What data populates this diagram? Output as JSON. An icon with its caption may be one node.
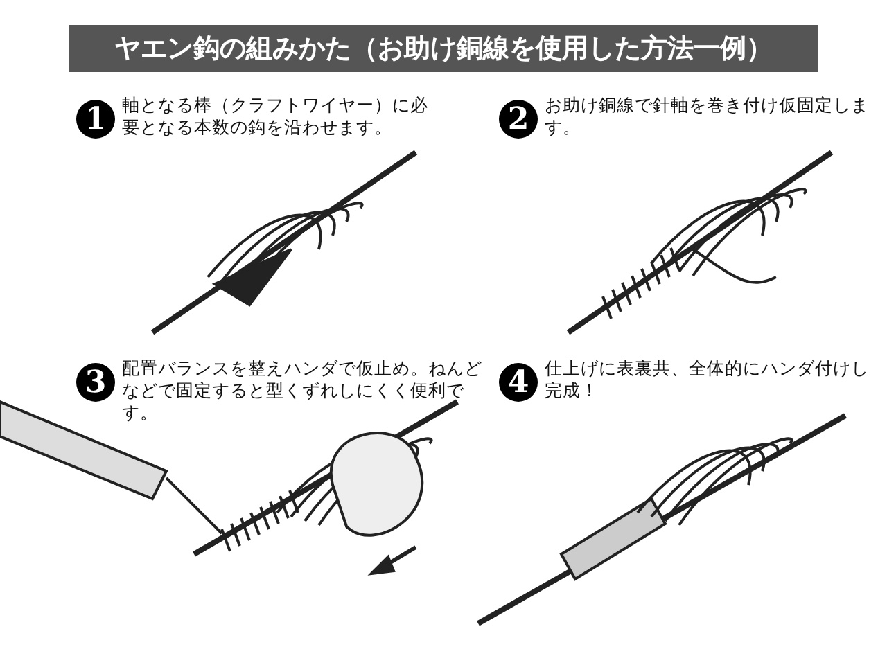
{
  "diagram": {
    "title": "ヤエン鈎の組みかた（お助け銅線を使用した方法一例）",
    "labels": [
      "1",
      "軸となる棒（クラフトワイヤー）に必要となる本数の鈎を沿わせます。",
      "2",
      "お助け銅線で針軸を巻き付け仮固定します。",
      "3",
      "配置バランスを整えハンダで仮止め。ねんどなどで固定すると型くずれしにくく便利です。",
      "4",
      "仕上げに表裏共、全体的にハンダ付けし完成！"
    ]
  }
}
